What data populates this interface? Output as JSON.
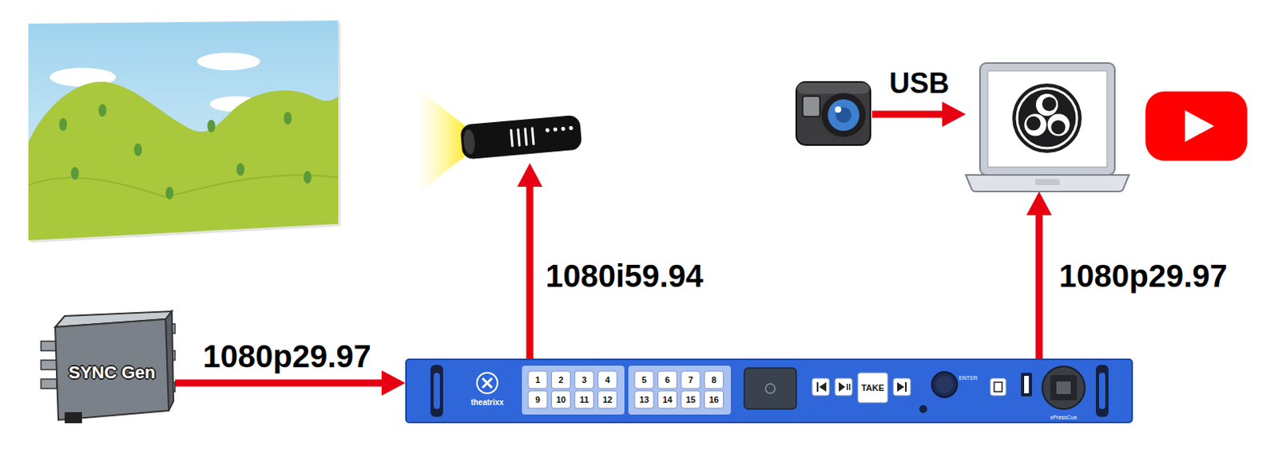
{
  "diagram": {
    "nodes": [
      {
        "text": []
      },
      {
        "text": []
      },
      {
        "text": []
      },
      {
        "text": [
          "SYNC Gen"
        ]
      },
      {
        "text": [
          "theatrixx",
          "1",
          "2",
          "3",
          "4",
          "5",
          "6",
          "7",
          "8",
          "9",
          "10",
          "11",
          "12",
          "13",
          "14",
          "15",
          "16",
          "TAKE",
          "ENTER",
          "xPressCue"
        ]
      }
    ],
    "edges": [
      {
        "from": 3,
        "to": 4,
        "arrow": "to",
        "label": "1080p29.97"
      },
      {
        "from": 4,
        "to": 0,
        "arrow": "to",
        "label": "1080i59.94"
      },
      {
        "from": 1,
        "to": 2,
        "arrow": "to",
        "label": "USB"
      },
      {
        "from": 4,
        "to": 2,
        "arrow": "to",
        "label": "1080p29.97"
      }
    ]
  }
}
